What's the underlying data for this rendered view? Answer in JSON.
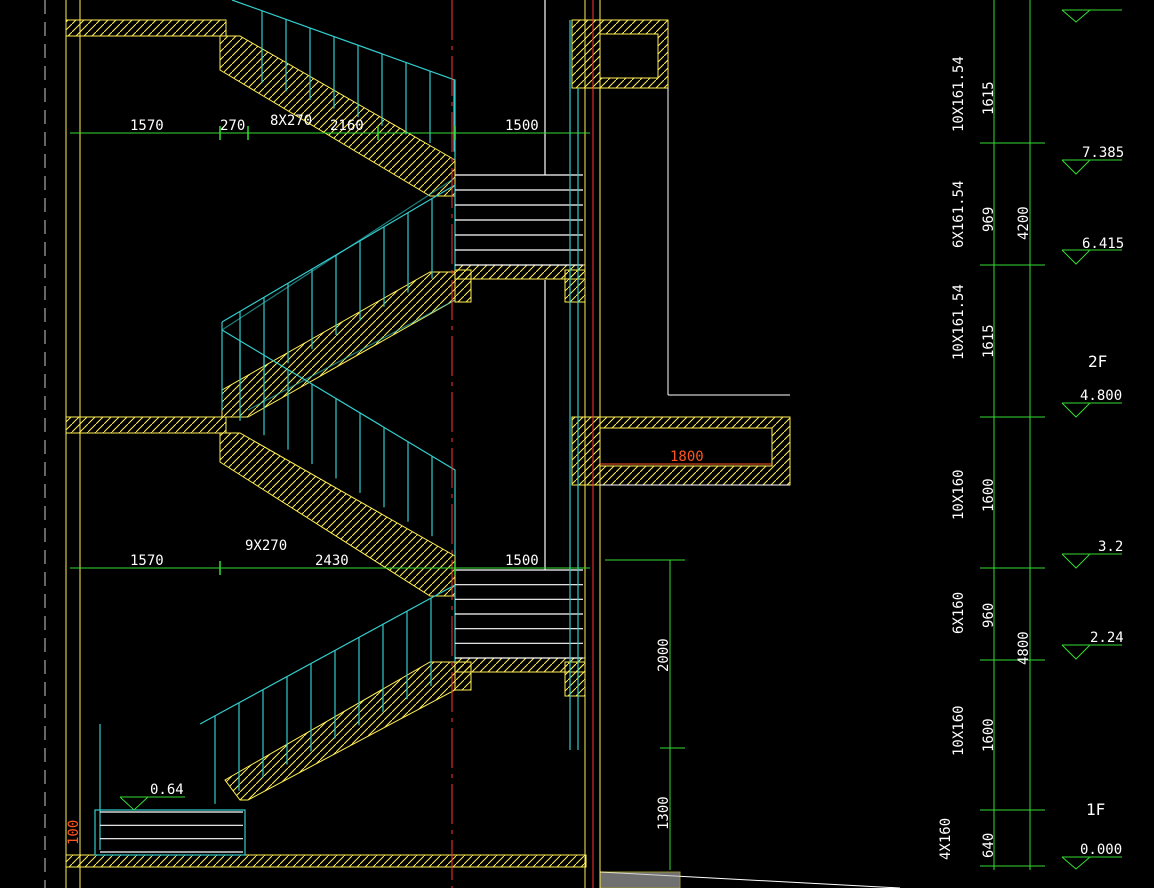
{
  "dimensions": {
    "upper_flight": [
      "1570",
      "270",
      "8X270",
      "2160",
      "1500"
    ],
    "lower_flight": [
      "1570",
      "9X270",
      "2430",
      "1500"
    ],
    "landing_depth": "1800",
    "door_height": "2000",
    "door_sill": "1300",
    "ground_offset": "100"
  },
  "vertical_dims": {
    "risers": [
      "10X161.54",
      "6X161.54",
      "10X161.54",
      "10X160",
      "6X160",
      "10X160",
      "4X160"
    ],
    "lengths": [
      "1615",
      "969",
      "1615",
      "1600",
      "960",
      "1600",
      "640"
    ],
    "floor_heights": [
      "4200",
      "4800"
    ]
  },
  "levels": [
    "7.385",
    "6.415",
    "4.800",
    "3.2",
    "2.24",
    "0.000",
    "0.64"
  ],
  "floors": [
    "2F",
    "1F"
  ],
  "colors": {
    "background": "#000000",
    "wall": "#ffee55",
    "rail": "#33cccc",
    "axis": "#ff3333",
    "dimension": "#33dd33",
    "highlight": "#ff5522"
  }
}
